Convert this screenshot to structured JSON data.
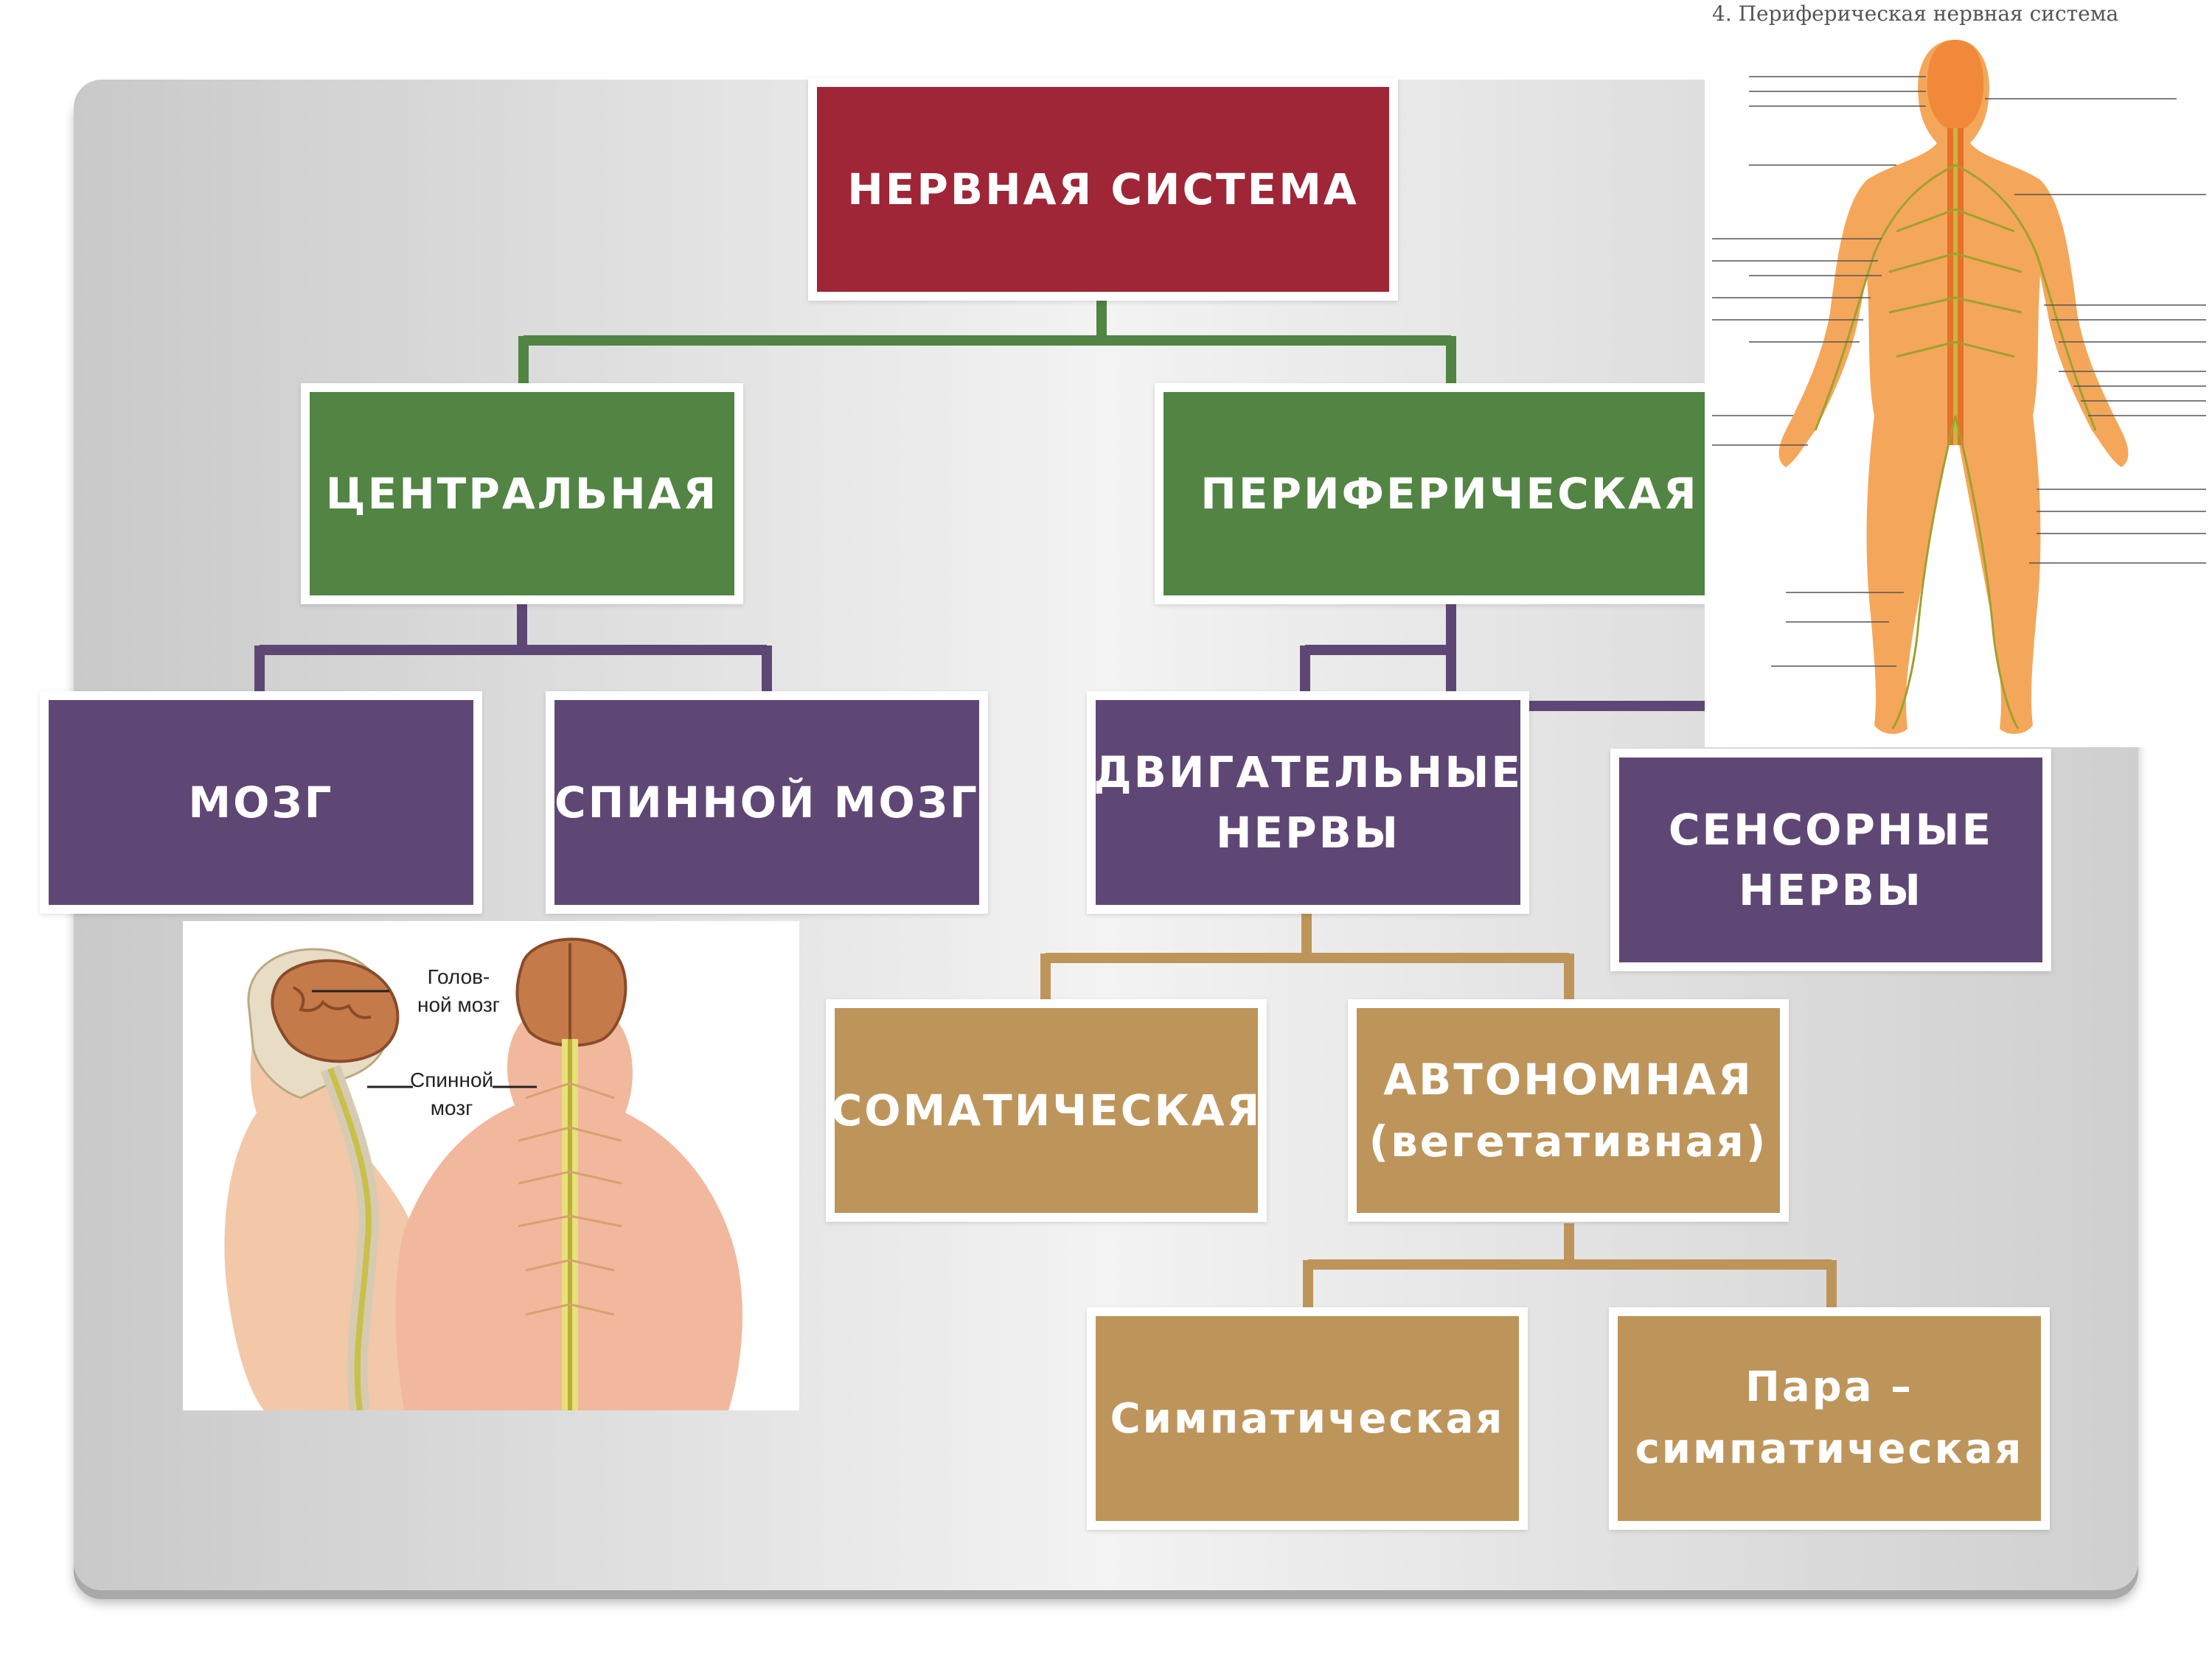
{
  "root": {
    "label": "НЕРВНАЯ СИСТЕМА"
  },
  "central": {
    "label": "ЦЕНТРАЛЬНАЯ"
  },
  "peripheral": {
    "label": "ПЕРИФЕРИЧЕСКАЯ"
  },
  "brain": {
    "label": "МОЗГ"
  },
  "spinal_cord": {
    "label": "СПИННОЙ МОЗГ"
  },
  "motor_nerves": {
    "label": "ДВИГАТЕЛЬНЫЕ\nНЕРВЫ"
  },
  "sensory_nerves": {
    "label": "СЕНСОРНЫЕ\nНЕРВЫ"
  },
  "somatic": {
    "label": "СОМАТИЧЕСКАЯ"
  },
  "autonomic": {
    "label": "АВТОНОМНАЯ\n(вегетативная)"
  },
  "sympathetic": {
    "label": "Симпатическая"
  },
  "parasympathetic": {
    "label": "Пара –\nсимпатическая"
  },
  "anatomy_image": {
    "label_brain": "Голов-\nной мозг",
    "label_spinal": "Спинной\nмозг"
  },
  "peripheral_image": {
    "caption": "4. Периферическая нервная система"
  },
  "colors": {
    "root": "#9e2637",
    "level1": "#528443",
    "level2": "#5f4775",
    "level3": "#bd955b"
  }
}
